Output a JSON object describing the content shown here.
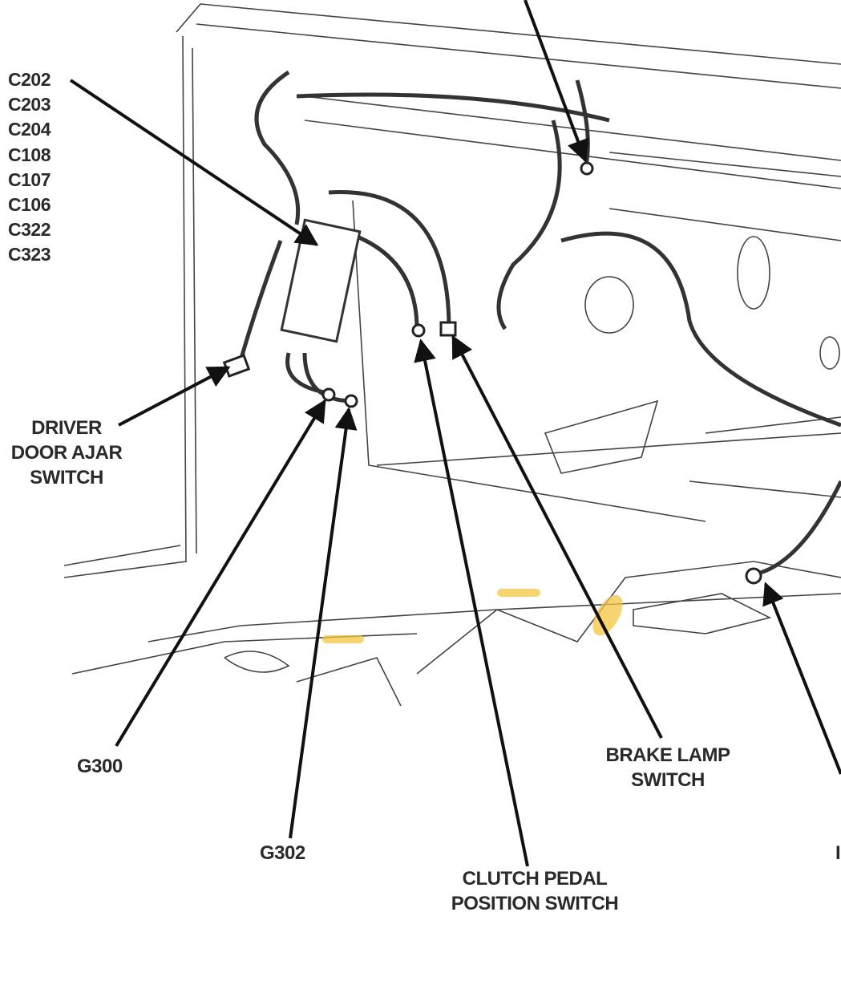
{
  "connectors": [
    "C202",
    "C203",
    "C204",
    "C108",
    "C107",
    "C106",
    "C322",
    "C323"
  ],
  "labels": {
    "door_ajar": [
      "DRIVER",
      "DOOR AJAR",
      "SWITCH"
    ],
    "g300": "G300",
    "g302": "G302",
    "brake_lamp": [
      "BRAKE LAMP",
      "SWITCH"
    ],
    "clutch": [
      "CLUTCH PEDAL",
      "POSITION SWITCH"
    ],
    "cut_off": "I"
  },
  "colors": {
    "line": "#222222",
    "highlight": "#f5c542"
  }
}
